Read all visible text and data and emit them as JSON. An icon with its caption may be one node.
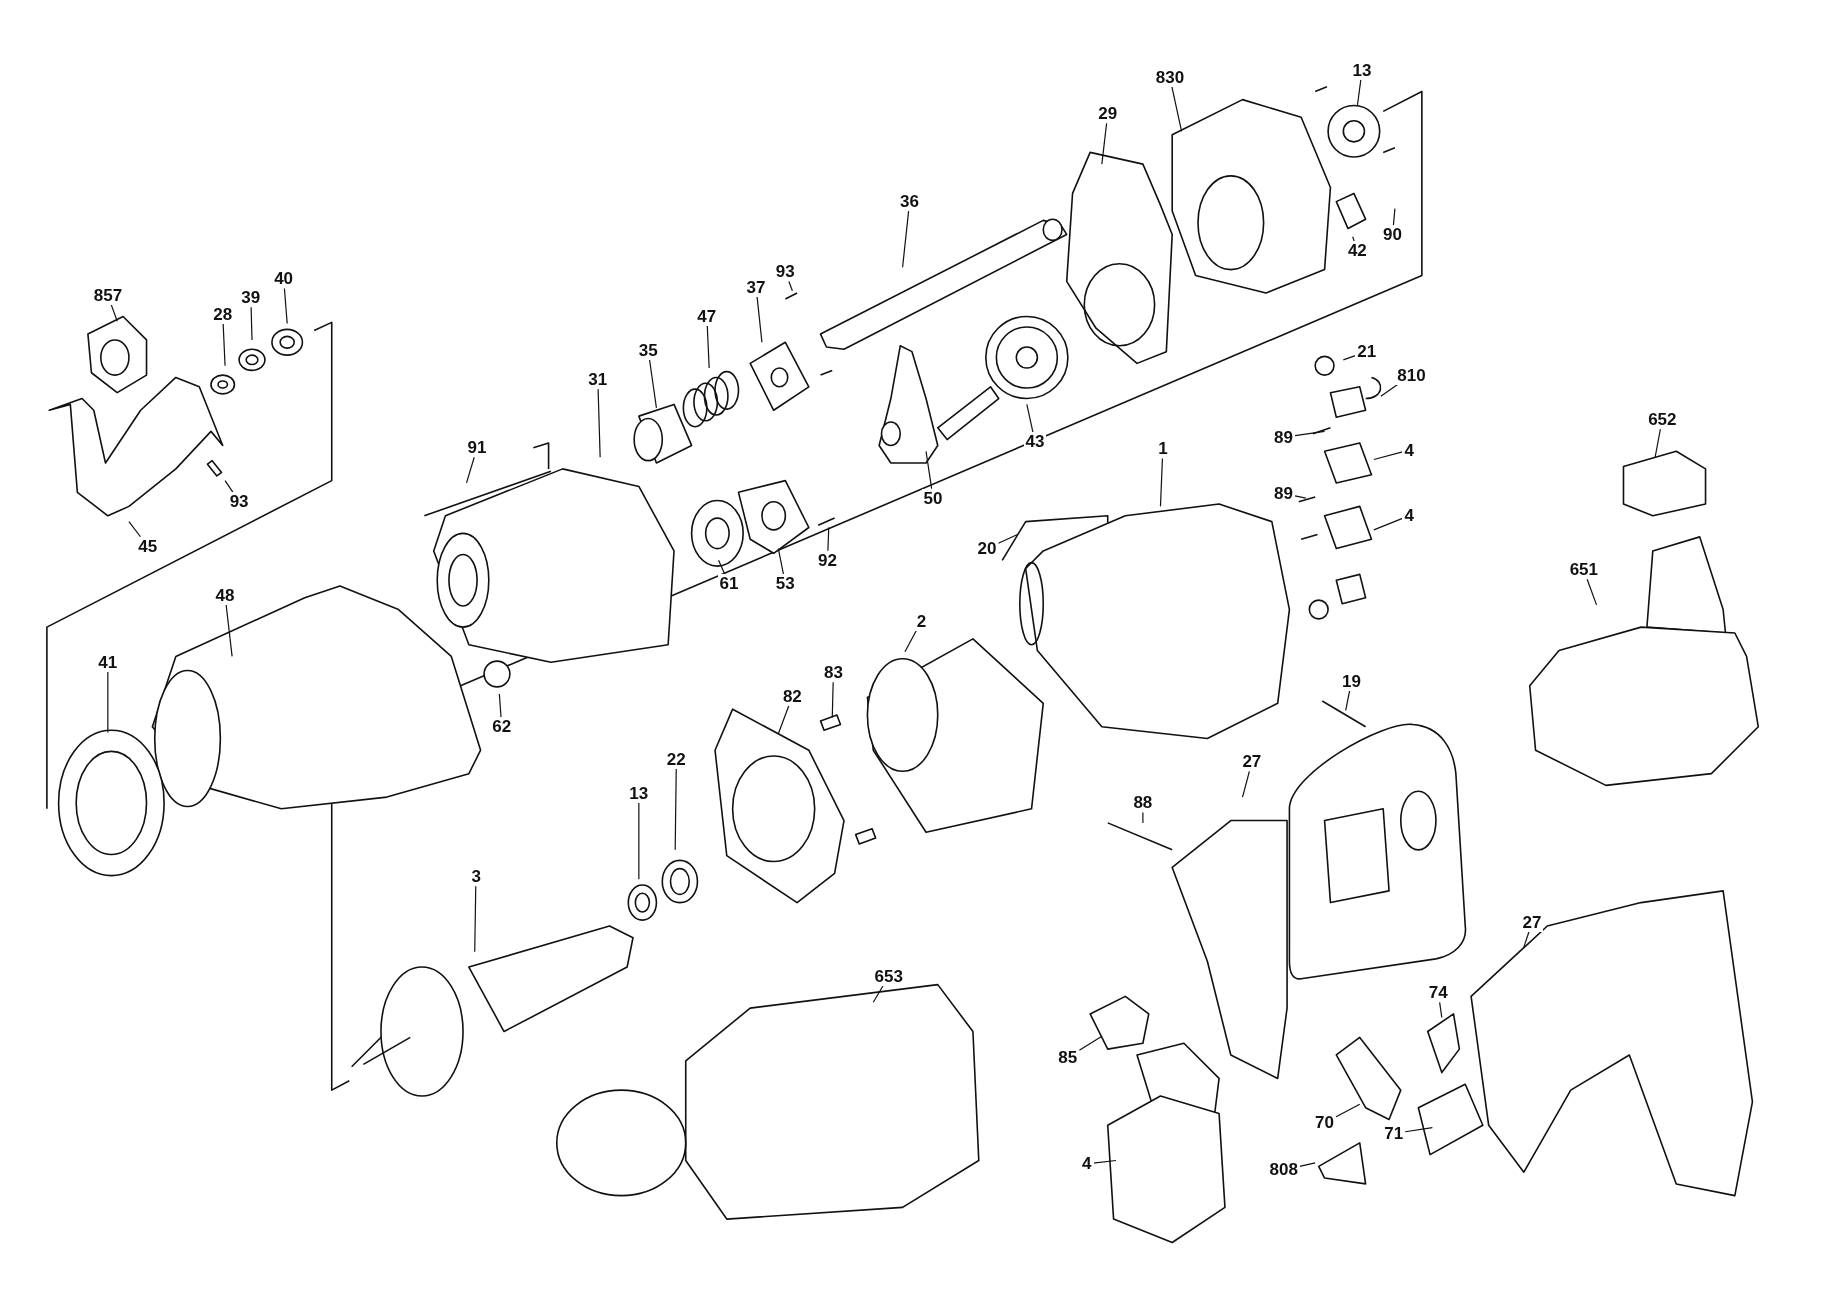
{
  "diagram": {
    "nodes": [
      {
        "text": [
          "857"
        ]
      },
      {
        "text": [
          "28"
        ]
      },
      {
        "text": [
          "39"
        ]
      },
      {
        "text": [
          "40"
        ]
      },
      {
        "text": [
          "93"
        ]
      },
      {
        "text": [
          "45"
        ]
      },
      {
        "text": [
          "91"
        ]
      },
      {
        "text": [
          "31"
        ]
      },
      {
        "text": [
          "35"
        ]
      },
      {
        "text": [
          "47"
        ]
      },
      {
        "text": [
          "37"
        ]
      },
      {
        "text": [
          "93"
        ]
      },
      {
        "text": [
          "36"
        ]
      },
      {
        "text": [
          "29"
        ]
      },
      {
        "text": [
          "830"
        ]
      },
      {
        "text": [
          "13"
        ]
      },
      {
        "text": [
          "90"
        ]
      },
      {
        "text": [
          "42"
        ]
      },
      {
        "text": [
          "43"
        ]
      },
      {
        "text": [
          "50"
        ]
      },
      {
        "text": [
          "61"
        ]
      },
      {
        "text": [
          "53"
        ]
      },
      {
        "text": [
          "92"
        ]
      },
      {
        "text": [
          "48"
        ]
      },
      {
        "text": [
          "41"
        ]
      },
      {
        "text": [
          "62"
        ]
      },
      {
        "text": [
          "21"
        ]
      },
      {
        "text": [
          "810"
        ]
      },
      {
        "text": [
          "89"
        ]
      },
      {
        "text": [
          "4"
        ]
      },
      {
        "text": [
          "89"
        ]
      },
      {
        "text": [
          "4"
        ]
      },
      {
        "text": [
          "1"
        ]
      },
      {
        "text": [
          "20"
        ]
      },
      {
        "text": [
          "2"
        ]
      },
      {
        "text": [
          "83"
        ]
      },
      {
        "text": [
          "82"
        ]
      },
      {
        "text": [
          "13"
        ]
      },
      {
        "text": [
          "22"
        ]
      },
      {
        "text": [
          "3"
        ]
      },
      {
        "text": [
          "652"
        ]
      },
      {
        "text": [
          "651"
        ]
      },
      {
        "text": [
          "19"
        ]
      },
      {
        "text": [
          "27"
        ]
      },
      {
        "text": [
          "88"
        ]
      },
      {
        "text": [
          "653"
        ]
      },
      {
        "text": [
          "85"
        ]
      },
      {
        "text": [
          "74"
        ]
      },
      {
        "text": [
          "27"
        ]
      },
      {
        "text": [
          "70"
        ]
      },
      {
        "text": [
          "71"
        ]
      },
      {
        "text": [
          "4"
        ]
      },
      {
        "text": [
          "808"
        ]
      }
    ],
    "edges": [
      {
        "from": 0,
        "to": null,
        "arrow": "none"
      },
      {
        "from": 1,
        "to": null,
        "arrow": "none"
      },
      {
        "from": 2,
        "to": null,
        "arrow": "none"
      },
      {
        "from": 3,
        "to": null,
        "arrow": "none"
      },
      {
        "from": 4,
        "to": null,
        "arrow": "none"
      },
      {
        "from": 5,
        "to": null,
        "arrow": "none"
      },
      {
        "from": 6,
        "to": null,
        "arrow": "none"
      },
      {
        "from": 7,
        "to": null,
        "arrow": "none"
      },
      {
        "from": 8,
        "to": null,
        "arrow": "none"
      },
      {
        "from": 9,
        "to": null,
        "arrow": "none"
      },
      {
        "from": 10,
        "to": null,
        "arrow": "none"
      },
      {
        "from": 11,
        "to": null,
        "arrow": "none"
      },
      {
        "from": 12,
        "to": null,
        "arrow": "none"
      },
      {
        "from": 13,
        "to": null,
        "arrow": "none"
      },
      {
        "from": 14,
        "to": null,
        "arrow": "none"
      },
      {
        "from": 15,
        "to": null,
        "arrow": "none"
      },
      {
        "from": 16,
        "to": null,
        "arrow": "none"
      },
      {
        "from": 17,
        "to": null,
        "arrow": "none"
      },
      {
        "from": 18,
        "to": null,
        "arrow": "none"
      },
      {
        "from": 19,
        "to": null,
        "arrow": "none"
      },
      {
        "from": 20,
        "to": null,
        "arrow": "none"
      },
      {
        "from": 21,
        "to": null,
        "arrow": "none"
      },
      {
        "from": 22,
        "to": null,
        "arrow": "none"
      },
      {
        "from": 23,
        "to": null,
        "arrow": "none"
      },
      {
        "from": 24,
        "to": null,
        "arrow": "none"
      },
      {
        "from": 25,
        "to": null,
        "arrow": "none"
      },
      {
        "from": 26,
        "to": null,
        "arrow": "none"
      },
      {
        "from": 27,
        "to": null,
        "arrow": "none"
      },
      {
        "from": 28,
        "to": null,
        "arrow": "none"
      },
      {
        "from": 29,
        "to": null,
        "arrow": "none"
      },
      {
        "from": 30,
        "to": null,
        "arrow": "none"
      },
      {
        "from": 31,
        "to": null,
        "arrow": "none"
      },
      {
        "from": 32,
        "to": null,
        "arrow": "none"
      },
      {
        "from": 33,
        "to": null,
        "arrow": "none"
      },
      {
        "from": 34,
        "to": null,
        "arrow": "none"
      },
      {
        "from": 35,
        "to": null,
        "arrow": "none"
      },
      {
        "from": 36,
        "to": null,
        "arrow": "none"
      },
      {
        "from": 37,
        "to": null,
        "arrow": "none"
      },
      {
        "from": 38,
        "to": null,
        "arrow": "none"
      },
      {
        "from": 39,
        "to": null,
        "arrow": "none"
      },
      {
        "from": 40,
        "to": null,
        "arrow": "none"
      },
      {
        "from": 41,
        "to": null,
        "arrow": "none"
      },
      {
        "from": 42,
        "to": null,
        "arrow": "none"
      },
      {
        "from": 43,
        "to": null,
        "arrow": "none"
      },
      {
        "from": 44,
        "to": null,
        "arrow": "none"
      },
      {
        "from": 45,
        "to": null,
        "arrow": "none"
      },
      {
        "from": 46,
        "to": null,
        "arrow": "none"
      },
      {
        "from": 47,
        "to": null,
        "arrow": "none"
      },
      {
        "from": 48,
        "to": null,
        "arrow": "none"
      },
      {
        "from": 49,
        "to": null,
        "arrow": "none"
      },
      {
        "from": 50,
        "to": null,
        "arrow": "none"
      },
      {
        "from": 51,
        "to": null,
        "arrow": "none"
      },
      {
        "from": 52,
        "to": null,
        "arrow": "none"
      }
    ]
  }
}
